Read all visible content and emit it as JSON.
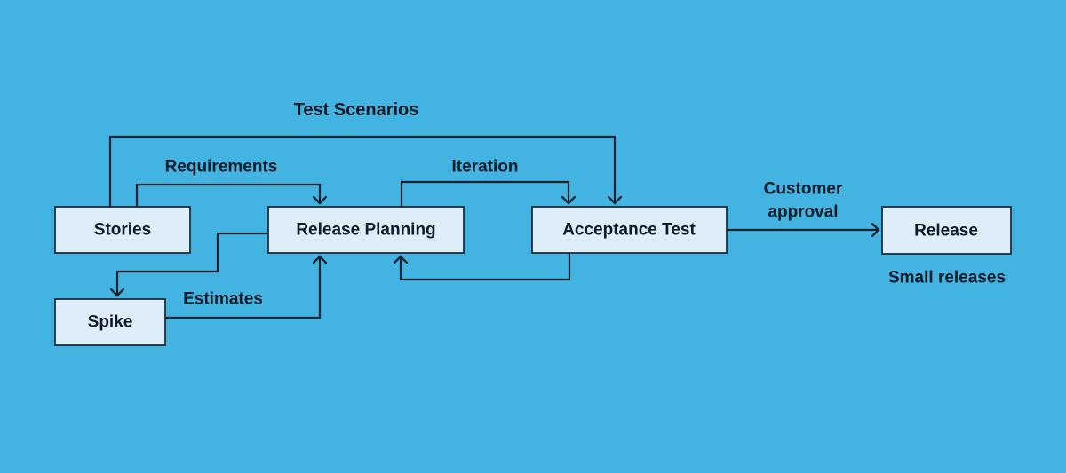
{
  "theme": {
    "background": "#43b3e2",
    "node_fill": "#ddeef9",
    "node_border": "#1d2d3c",
    "line_color": "#14222f",
    "text_color": "#0f1c28"
  },
  "nodes": {
    "stories": {
      "label": "Stories"
    },
    "release_planning": {
      "label": "Release Planning"
    },
    "acceptance_test": {
      "label": "Acceptance Test"
    },
    "release": {
      "label": "Release"
    },
    "spike": {
      "label": "Spike"
    }
  },
  "labels": {
    "test_scenarios": "Test Scenarios",
    "requirements": "Requirements",
    "iteration": "Iteration",
    "customer_approval_line1": "Customer",
    "customer_approval_line2": "approval",
    "small_releases": "Small releases",
    "estimates": "Estimates"
  },
  "edges": [
    {
      "name": "test-scenarios",
      "from": "stories",
      "to": "acceptance_test"
    },
    {
      "name": "requirements",
      "from": "stories",
      "to": "release_planning"
    },
    {
      "name": "iteration-forward",
      "from": "release_planning",
      "to": "acceptance_test"
    },
    {
      "name": "iteration-return",
      "from": "acceptance_test",
      "to": "release_planning"
    },
    {
      "name": "spike-feed",
      "from": "release_planning",
      "to": "spike"
    },
    {
      "name": "estimates",
      "from": "spike",
      "to": "release_planning"
    },
    {
      "name": "customer-approval",
      "from": "acceptance_test",
      "to": "release"
    }
  ]
}
